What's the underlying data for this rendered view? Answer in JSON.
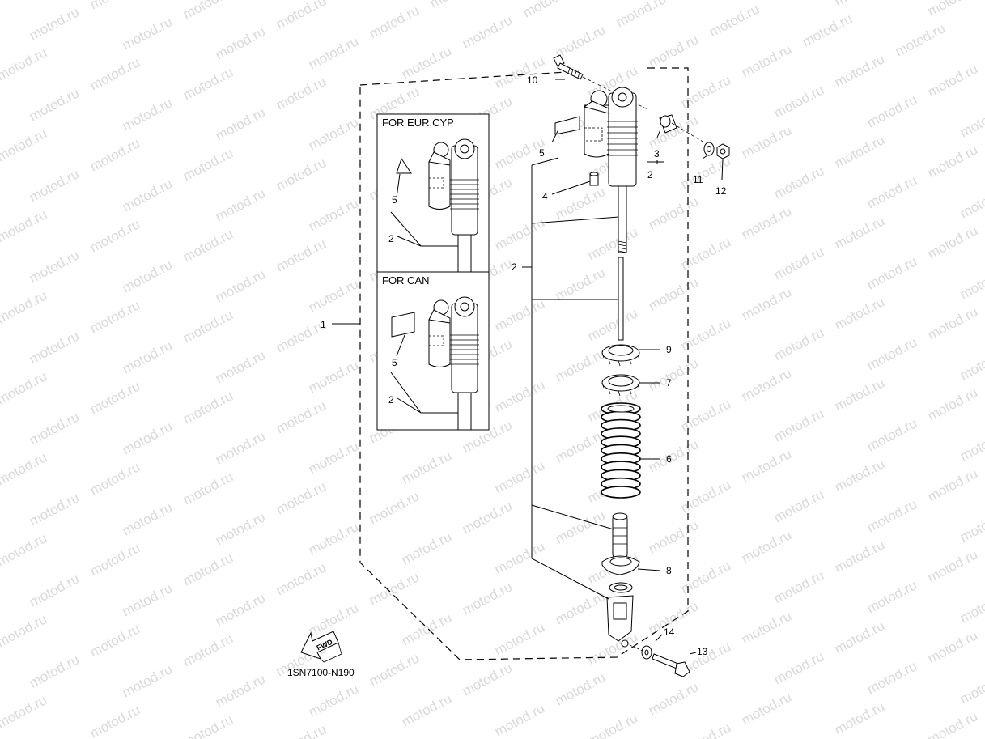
{
  "watermark": {
    "text": "motod.ru",
    "color": "#d9d9d9"
  },
  "insets": [
    {
      "title": "FOR EUR,CYP"
    },
    {
      "title": "FOR CAN"
    }
  ],
  "callouts": {
    "c1": "1",
    "c2": "2",
    "c3": "3",
    "c4": "4",
    "c5": "5",
    "c6": "6",
    "c7": "7",
    "c8": "8",
    "c9": "9",
    "c10": "10",
    "c11": "11",
    "c12": "12",
    "c13": "13",
    "c14": "14"
  },
  "fwd": {
    "label": "FWD",
    "icon": "forward-arrow-icon"
  },
  "diagram_code": "1SN7100-N190"
}
